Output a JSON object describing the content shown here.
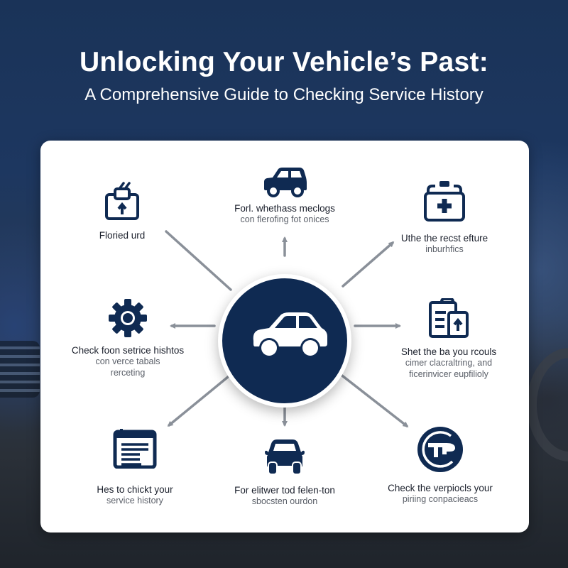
{
  "header": {
    "title": "Unlocking Your Vehicle’s Past:",
    "subtitle": "A Comprehensive Guide to Checking Service History"
  },
  "colors": {
    "navy": "#0f2a52",
    "arrow": "#8a9099",
    "card": "#ffffff",
    "background": "#1b3357"
  },
  "hub": {
    "icon": "car-side-icon"
  },
  "nodes": [
    {
      "position": "top-left",
      "icon": "clipboard-upload-icon",
      "heading": "Floried urd",
      "sub": []
    },
    {
      "position": "top-center",
      "icon": "suv-icon",
      "heading": "Forl. whethass meclogs",
      "sub": [
        "con flerofing fot onices"
      ]
    },
    {
      "position": "top-right",
      "icon": "medical-kit-icon",
      "heading": "Uthe the recst efture",
      "sub": [
        "inburhfics"
      ]
    },
    {
      "position": "middle-left",
      "icon": "gear-icon",
      "heading": "Check foon setrice hishtos",
      "sub": [
        "con verce tabals",
        "rerceting"
      ]
    },
    {
      "position": "middle-right",
      "icon": "document-upload-icon",
      "heading": "Shet the ba you rcouls",
      "sub": [
        "cimer clacraltring, and",
        "ficerinvicer eupfilioly"
      ]
    },
    {
      "position": "bottom-left",
      "icon": "service-log-icon",
      "heading": "Hes to chickt your",
      "sub": [
        "service history"
      ]
    },
    {
      "position": "bottom-center",
      "icon": "car-front-icon",
      "heading": "For elitwer tod felen-ton",
      "sub": [
        "sbocsten ourdon"
      ]
    },
    {
      "position": "bottom-right",
      "icon": "obd-plug-icon",
      "heading": "Check the verpiocls your",
      "sub": [
        "piriing conpacieacs"
      ]
    }
  ]
}
